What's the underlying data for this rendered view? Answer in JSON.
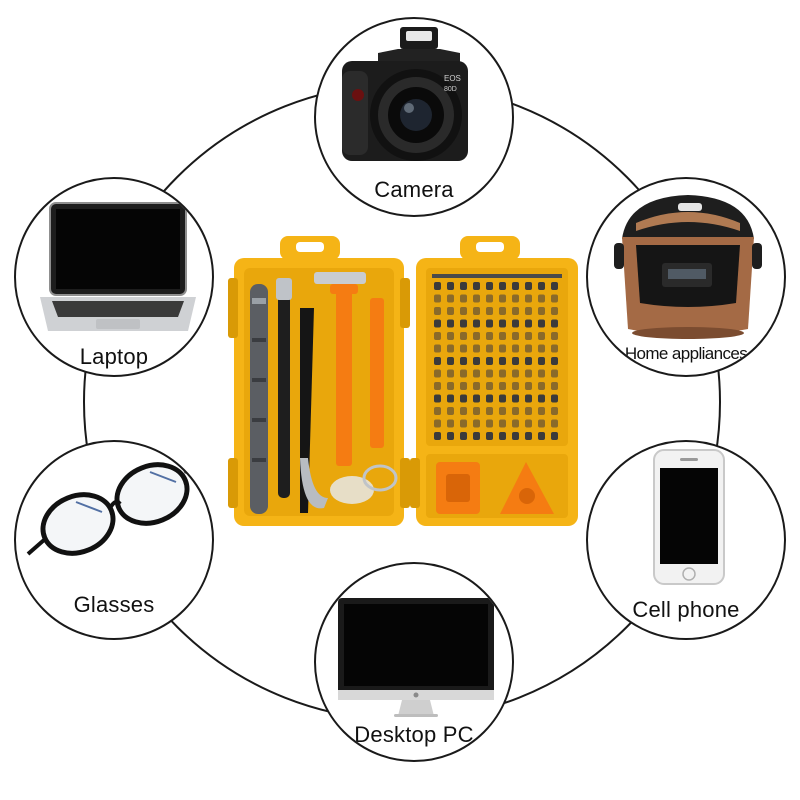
{
  "devices": [
    {
      "id": "camera",
      "label": "Camera",
      "icon": "camera-icon"
    },
    {
      "id": "home",
      "label": "Home appliances",
      "icon": "rice-cooker-icon"
    },
    {
      "id": "phone",
      "label": "Cell phone",
      "icon": "smartphone-icon"
    },
    {
      "id": "desktop",
      "label": "Desktop PC",
      "icon": "monitor-icon"
    },
    {
      "id": "glasses",
      "label": "Glasses",
      "icon": "eyeglasses-icon"
    },
    {
      "id": "laptop",
      "label": "Laptop",
      "icon": "laptop-icon"
    }
  ],
  "camera_badge": "EOS",
  "camera_badge2": "80D",
  "colors": {
    "kit_yellow": "#f5b416",
    "kit_dark_yellow": "#d99a06",
    "tool_orange": "#f57c12",
    "outline": "#1a1a1a"
  }
}
